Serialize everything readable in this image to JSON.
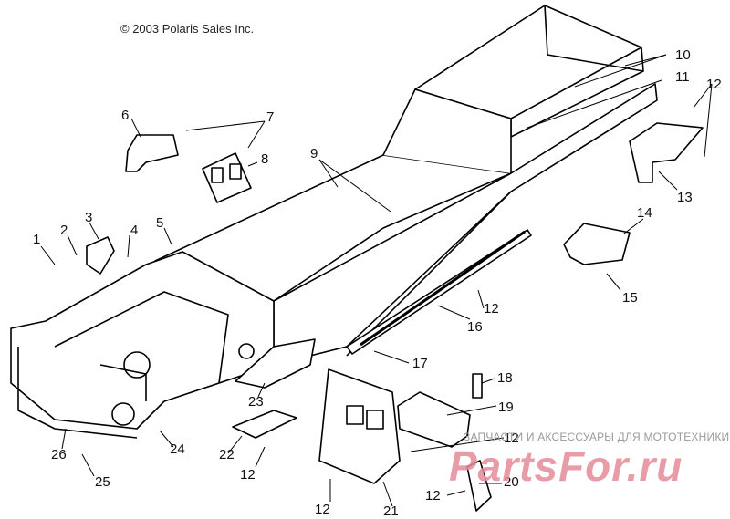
{
  "diagram": {
    "copyright": "© 2003 Polaris Sales Inc.",
    "watermark": {
      "tagline": "ЗАПЧАСТИ И АКСЕССУАРЫ ДЛЯ МОТОТЕХНИКИ",
      "logo": "PartsFor.ru"
    },
    "callouts": [
      "1",
      "2",
      "3",
      "4",
      "5",
      "6",
      "7",
      "8",
      "9",
      "10",
      "11",
      "12",
      "12",
      "12",
      "12",
      "12",
      "12",
      "13",
      "14",
      "15",
      "16",
      "17",
      "18",
      "19",
      "20",
      "21",
      "22",
      "23",
      "24",
      "25",
      "26"
    ]
  }
}
